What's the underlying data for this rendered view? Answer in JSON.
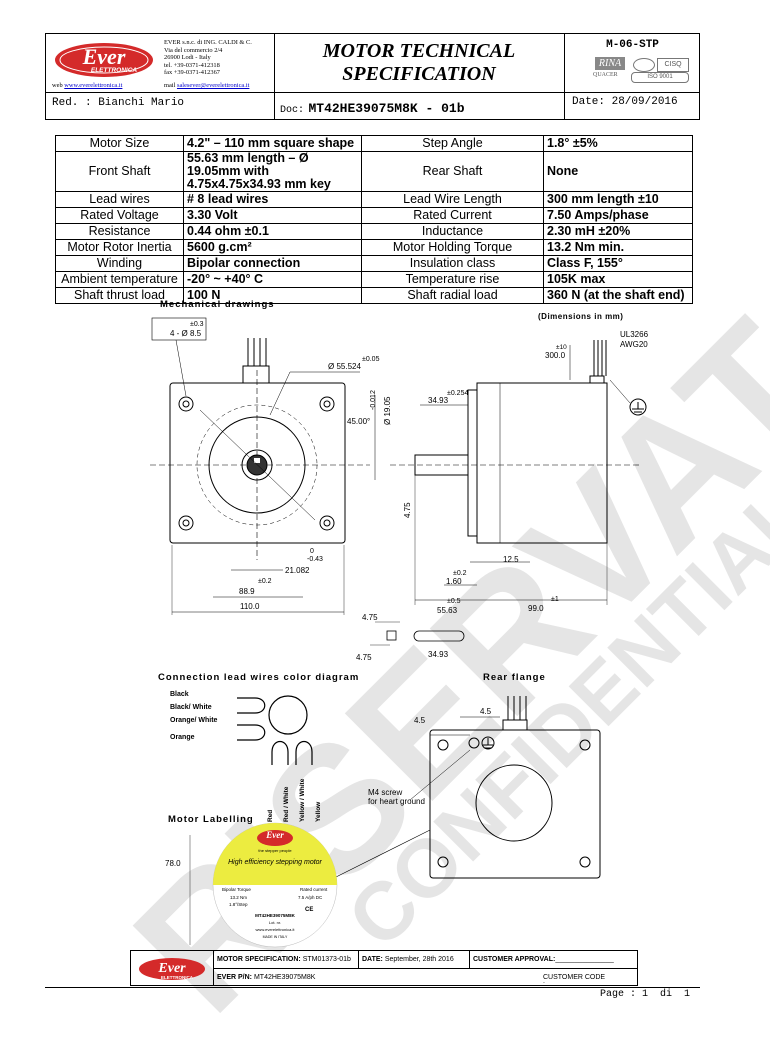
{
  "company": {
    "logo_word": "Ever",
    "logo_sub": "ELETTRONICA",
    "address_lines": [
      "EVER s.n.c. di ING. CALDI & C.",
      "Via del commercio 2/4",
      "26900 Lodi - Italy",
      "tel. +39-0371-412318",
      "fax +39-0371-412367"
    ],
    "web_label": "web",
    "web": "www.everelettronica.it",
    "mail_label": "mail",
    "mail": "salesever@everelettronica.it"
  },
  "header": {
    "title_line1": "MOTOR TECHNICAL",
    "title_line2": "SPECIFICATION",
    "doc_code": "M-06-STP",
    "cert_rina": "RINA",
    "cert_cisq": "CISQ",
    "cert_qualcer": "QUACER",
    "cert_iso": "ISO 9001",
    "red_label": "Red. : Bianchi Mario",
    "doc_label": "Doc:",
    "doc_value": "MT42HE39075M8K - 01b",
    "date_label": "Date: 28/09/2016"
  },
  "specs": [
    {
      "l1": "Motor Size",
      "v1": "4.2\" – 110 mm square shape",
      "l2": "Step Angle",
      "v2": "1.8° ±5%"
    },
    {
      "l1": "Front Shaft",
      "v1": "55.63 mm length – Ø 19.05mm with 4.75x4.75x34.93 mm key",
      "l2": "Rear Shaft",
      "v2": "None"
    },
    {
      "l1": "Lead wires",
      "v1": "# 8 lead wires",
      "l2": "Lead Wire Length",
      "v2": "300 mm length ±10"
    },
    {
      "l1": "Rated Voltage",
      "v1": "3.30 Volt",
      "l2": "Rated Current",
      "v2": "7.50 Amps/phase"
    },
    {
      "l1": "Resistance",
      "v1": "0.44 ohm ±0.1",
      "l2": "Inductance",
      "v2": "2.30 mH ±20%"
    },
    {
      "l1": "Motor Rotor Inertia",
      "v1": "5600 g.cm²",
      "l2": "Motor Holding Torque",
      "v2": "13.2 Nm min."
    },
    {
      "l1": "Winding",
      "v1": "Bipolar connection",
      "l2": "Insulation class",
      "v2": "Class F, 155°"
    },
    {
      "l1": "Ambient temperature",
      "v1": "-20° ~ +40° C",
      "l2": "Temperature rise",
      "v2": "105K max"
    },
    {
      "l1": "Shaft thrust load",
      "v1": "100 N",
      "l2": "Shaft radial load",
      "v2": "360 N (at the shaft end)"
    }
  ],
  "drawing": {
    "mech_title": "Mechanical drawings",
    "dims_note": "(Dimensions in mm)",
    "hole_tol": "±0.3",
    "hole_label": "4 - Ø 8.5",
    "dim_55": "Ø 55.524",
    "dim_55_tol": "±0.05",
    "dim_1905": "Ø 19.05",
    "dim_1905_tol": "-0.012",
    "angle": "45.00°",
    "dim_475v": "4.75",
    "dim_0": "0",
    "dim_043": "-0.43",
    "dim_21": "21.082",
    "dim_02a": "±0.2",
    "dim_889": "88.9",
    "dim_110": "110.0",
    "ul": "UL3266",
    "awg": "AWG20",
    "lead_tol": "±10",
    "lead_len": "300.0",
    "dim_3493_tol": "±0.254",
    "dim_3493": "34.93",
    "dim_125": "12.5",
    "dim_02b": "±0.2",
    "dim_160": "1.60",
    "dim_05": "±0.5",
    "dim_5563": "55.63",
    "dim_1": "±1",
    "dim_990": "99.0",
    "key_475a": "4.75",
    "key_475b": "4.75",
    "key_3493": "34.93"
  },
  "wiring": {
    "title": "Connection lead wires color diagram",
    "left": [
      "Black",
      "Black/ White",
      "Orange/ White",
      "Orange"
    ],
    "bottom": [
      "Red",
      "Red / White",
      "Yellow / White",
      "Yellow"
    ]
  },
  "rear": {
    "title": "Rear flange",
    "dim_a": "4.5",
    "dim_b": "4.5",
    "screw_line1": "M4 screw",
    "screw_line2": "for heart ground"
  },
  "label": {
    "title": "Motor Labelling",
    "dim": "78.0",
    "tagline": "the stepper people",
    "headline": "High efficiency stepping motor",
    "torque_label": "Bipolar Torque",
    "torque_value": "13.2 Nm",
    "current_label": "Rated current",
    "current_value": "7.5 A/ph DC",
    "step": "1.8°/Step",
    "ce": "CE",
    "pn": "MT42HE39075M8K",
    "lot": "Lot. nr.",
    "url": "www.everelettronica.it",
    "made": "MADE IN ITALY"
  },
  "footer": {
    "spec_label": "MOTOR SPECIFICATION:",
    "spec_value": "STM01373-01b",
    "date_label": "DATE:",
    "date_value": "September, 28th 2016",
    "approval_label": "CUSTOMER APPROVAL:",
    "approval_line": "_______________",
    "pn_label": "EVER P/N:",
    "pn_value": "MT42HE39075M8K",
    "code_label": "CUSTOMER CODE :",
    "code_line": "________"
  },
  "page": "Page : 1  di  1",
  "watermark": {
    "w1": "RISERVATO",
    "w2": "CONFIDENTIAL"
  },
  "colors": {
    "logo_red": "#d42a2a",
    "label_yellow": "#ecec40"
  }
}
